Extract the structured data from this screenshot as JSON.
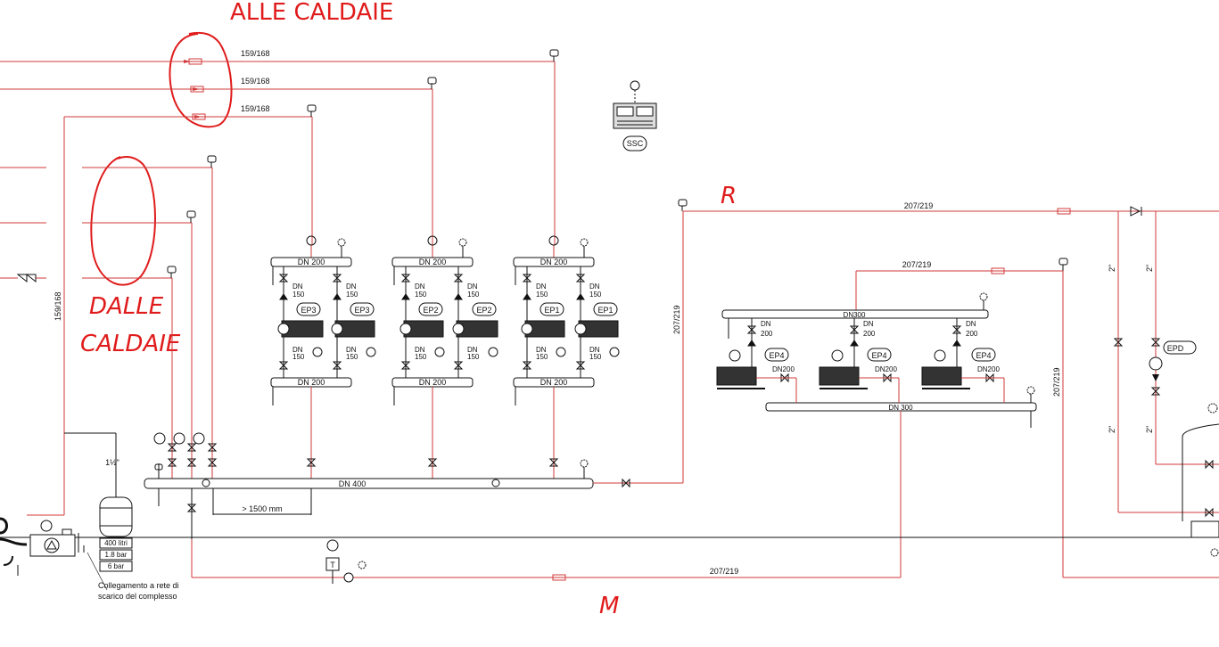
{
  "annotations": {
    "alle_caldaie": "ALLE CALDAIE",
    "dalle": "DALLE",
    "caldaie": "CALDAIE",
    "r": "R",
    "m": "M"
  },
  "pipe_labels": {
    "p159_1": "159/168",
    "p159_2": "159/168",
    "p159_3": "159/168",
    "p159_v": "159/168",
    "p207_r": "207/219",
    "p207_mid": "207/219",
    "p207_v1": "207/219",
    "p207_v2": "207/219",
    "p207_m": "207/219",
    "two_1": "2\"",
    "two_2": "2\"",
    "two_3": "2\"",
    "two_4": "2\"",
    "one_half": "1½\""
  },
  "headers": {
    "dn200_top_1": "DN 200",
    "dn200_top_2": "DN 200",
    "dn200_top_3": "DN 200",
    "dn200_bot_1": "DN 200",
    "dn200_bot_2": "DN 200",
    "dn200_bot_3": "DN 200",
    "dn400": "DN 400",
    "dn300_top": "DN300",
    "dn300_bot": "DN 300"
  },
  "pumps": {
    "ep3_a": "EP3",
    "ep3_b": "EP3",
    "ep2_a": "EP2",
    "ep2_b": "EP2",
    "ep1_a": "EP1",
    "ep1_b": "EP1",
    "ep4_a": "EP4",
    "ep4_b": "EP4",
    "ep4_c": "EP4",
    "epd": "EPD",
    "dn_word": "DN",
    "dn150": "150",
    "dn200_small": "200",
    "dn200_joined": "DN200"
  },
  "ssc": "SSC",
  "distance": "> 1500 mm",
  "tank": {
    "volume": "400 litri",
    "pressure1": "1.8 bar",
    "pressure2": "6 bar"
  },
  "note": {
    "line1": "Collegamento a rete di",
    "line2": "scarico del complesso"
  },
  "thermostat": "T"
}
